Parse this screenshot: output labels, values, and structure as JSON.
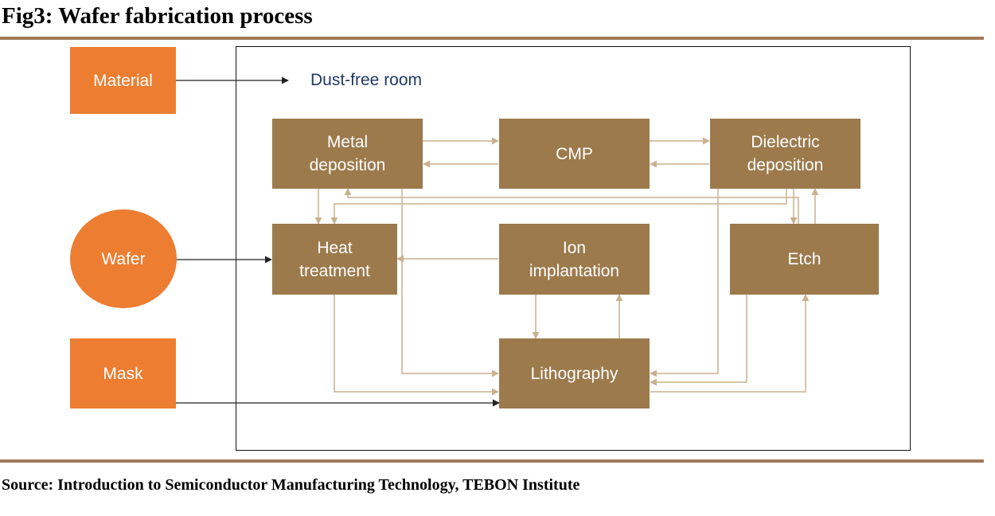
{
  "figure": {
    "title": "Fig3: Wafer fabrication process",
    "source": "Source: Introduction to Semiconductor Manufacturing Technology, TEBON Institute"
  },
  "room_label": "Dust-free room",
  "inputs": {
    "material": "Material",
    "wafer": "Wafer",
    "mask": "Mask"
  },
  "processes": {
    "metal_deposition": "Metal deposition",
    "cmp": "CMP",
    "dielectric_deposition": "Dielectric deposition",
    "heat_treatment": "Heat treatment",
    "ion_implantation": "Ion implantation",
    "etch": "Etch",
    "lithography": "Lithography"
  },
  "colors": {
    "input_fill": "#ed7d31",
    "process_fill": "#9c7a4c",
    "flow_line": "#c9b08e",
    "input_line": "#222222",
    "rule": "#a07a58",
    "room_label": "#1f3864"
  }
}
